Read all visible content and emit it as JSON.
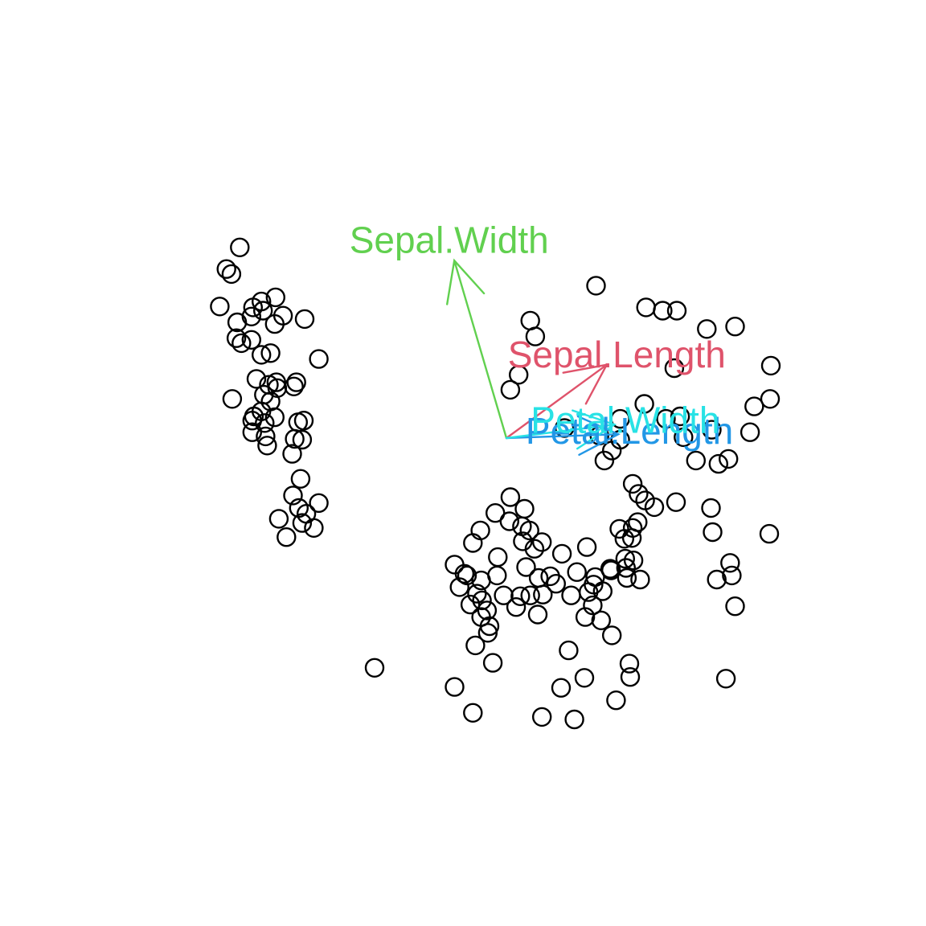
{
  "chart_data": {
    "type": "scatter",
    "title": "",
    "xlabel": "",
    "ylabel": "",
    "axes_visible": false,
    "grid": false,
    "legend": "none",
    "xlim": [
      -3.4,
      4.2
    ],
    "ylim": [
      -4.2,
      4.2
    ],
    "points": [
      [
        -2.61,
        2.58
      ],
      [
        -2.77,
        2.32
      ],
      [
        -2.71,
        2.26
      ],
      [
        -2.85,
        1.87
      ],
      [
        -2.45,
        1.86
      ],
      [
        -2.35,
        1.93
      ],
      [
        -2.33,
        1.82
      ],
      [
        -2.19,
        1.66
      ],
      [
        -2.64,
        1.68
      ],
      [
        -2.47,
        1.75
      ],
      [
        -2.18,
        1.98
      ],
      [
        -2.09,
        1.76
      ],
      [
        -1.83,
        1.72
      ],
      [
        -2.24,
        1.31
      ],
      [
        -2.65,
        1.49
      ],
      [
        -2.59,
        1.43
      ],
      [
        -2.47,
        1.47
      ],
      [
        -2.35,
        1.29
      ],
      [
        -1.66,
        1.24
      ],
      [
        -2.41,
        1.0
      ],
      [
        -2.32,
        0.81
      ],
      [
        -2.24,
        0.73
      ],
      [
        -2.26,
        0.93
      ],
      [
        -2.17,
        0.96
      ],
      [
        -2.16,
        0.89
      ],
      [
        -1.93,
        0.96
      ],
      [
        -1.96,
        0.91
      ],
      [
        -2.7,
        0.76
      ],
      [
        -2.35,
        0.61
      ],
      [
        -2.19,
        0.54
      ],
      [
        -2.44,
        0.55
      ],
      [
        -2.31,
        0.47
      ],
      [
        -2.3,
        0.31
      ],
      [
        -2.28,
        0.2
      ],
      [
        -2.46,
        0.36
      ],
      [
        -2.46,
        0.5
      ],
      [
        -1.91,
        0.48
      ],
      [
        -1.84,
        0.5
      ],
      [
        -1.86,
        0.27
      ],
      [
        -1.95,
        0.28
      ],
      [
        -1.98,
        0.1
      ],
      [
        -1.88,
        -0.2
      ],
      [
        -1.97,
        -0.4
      ],
      [
        -1.9,
        -0.55
      ],
      [
        -1.81,
        -0.62
      ],
      [
        -1.66,
        -0.49
      ],
      [
        -1.86,
        -0.73
      ],
      [
        -2.14,
        -0.68
      ],
      [
        -2.05,
        -0.9
      ],
      [
        -1.72,
        -0.79
      ],
      [
        -0.99,
        -2.47
      ],
      [
        0.88,
        1.7
      ],
      [
        0.94,
        1.51
      ],
      [
        0.74,
        1.05
      ],
      [
        0.64,
        0.87
      ],
      [
        1.67,
        2.12
      ],
      [
        2.27,
        1.86
      ],
      [
        2.47,
        1.82
      ],
      [
        2.64,
        1.82
      ],
      [
        3.0,
        1.6
      ],
      [
        2.61,
        1.13
      ],
      [
        2.51,
        0.52
      ],
      [
        2.25,
        0.7
      ],
      [
        1.96,
        0.52
      ],
      [
        1.29,
        0.41
      ],
      [
        1.71,
        0.32
      ],
      [
        1.96,
        0.27
      ],
      [
        1.77,
        0.02
      ],
      [
        1.86,
        0.14
      ],
      [
        0.46,
        -0.61
      ],
      [
        0.28,
        -0.82
      ],
      [
        0.49,
        -1.14
      ],
      [
        0.78,
        -0.77
      ],
      [
        0.64,
        -0.42
      ],
      [
        0.63,
        -0.71
      ],
      [
        0.81,
        -0.56
      ],
      [
        0.79,
        -0.95
      ],
      [
        0.93,
        -1.04
      ],
      [
        0.87,
        -0.82
      ],
      [
        1.02,
        -0.96
      ],
      [
        0.19,
        -0.97
      ],
      [
        0.12,
        -1.36
      ],
      [
        0.48,
        -1.36
      ],
      [
        0.24,
        -1.58
      ],
      [
        0.16,
        -1.71
      ],
      [
        0.29,
        -1.86
      ],
      [
        0.36,
        -1.78
      ],
      [
        0.3,
        -1.66
      ],
      [
        0.09,
        -1.34
      ],
      [
        -0.03,
        -1.23
      ],
      [
        0.03,
        -1.5
      ],
      [
        0.29,
        -1.42
      ],
      [
        0.56,
        -1.6
      ],
      [
        0.39,
        -1.97
      ],
      [
        0.37,
        -2.05
      ],
      [
        0.22,
        -2.2
      ],
      [
        0.43,
        -2.41
      ],
      [
        -0.03,
        -2.7
      ],
      [
        0.76,
        -1.61
      ],
      [
        0.71,
        -1.74
      ],
      [
        0.97,
        -1.83
      ],
      [
        0.83,
        -1.26
      ],
      [
        0.98,
        -1.39
      ],
      [
        0.88,
        -1.6
      ],
      [
        1.03,
        -1.59
      ],
      [
        1.12,
        -1.37
      ],
      [
        1.19,
        -1.46
      ],
      [
        1.26,
        -1.1
      ],
      [
        1.44,
        -1.32
      ],
      [
        1.56,
        -1.02
      ],
      [
        1.37,
        -1.6
      ],
      [
        1.34,
        -2.26
      ],
      [
        1.53,
        -2.59
      ],
      [
        1.25,
        -2.71
      ],
      [
        1.41,
        -3.09
      ],
      [
        1.02,
        -3.06
      ],
      [
        0.19,
        -3.01
      ],
      [
        1.85,
        -1.3
      ],
      [
        1.64,
        -1.47
      ],
      [
        1.54,
        -1.86
      ],
      [
        1.58,
        -1.56
      ],
      [
        1.75,
        -1.55
      ],
      [
        1.84,
        -1.28
      ],
      [
        1.66,
        -1.38
      ],
      [
        1.63,
        -1.72
      ],
      [
        1.73,
        -1.9
      ],
      [
        2.04,
        -1.39
      ],
      [
        2.12,
        -1.18
      ],
      [
        2.2,
        -1.41
      ],
      [
        2.03,
        -1.27
      ],
      [
        1.86,
        -2.08
      ],
      [
        2.07,
        -2.42
      ],
      [
        2.08,
        -2.58
      ],
      [
        1.91,
        -2.86
      ],
      [
        1.95,
        -0.8
      ],
      [
        2.01,
        -0.92
      ],
      [
        2.02,
        -1.16
      ],
      [
        2.1,
        -0.91
      ],
      [
        2.11,
        -0.79
      ],
      [
        2.17,
        -0.72
      ],
      [
        2.11,
        -0.26
      ],
      [
        2.18,
        -0.38
      ],
      [
        2.26,
        -0.46
      ],
      [
        2.37,
        -0.54
      ],
      [
        2.63,
        -0.48
      ],
      [
        2.87,
        0.02
      ],
      [
        2.72,
        0.3
      ],
      [
        3.06,
        0.39
      ],
      [
        2.68,
        0.55
      ],
      [
        3.05,
        -0.55
      ],
      [
        3.07,
        -0.84
      ],
      [
        3.12,
        -1.41
      ],
      [
        3.3,
        -1.36
      ],
      [
        3.28,
        -1.21
      ],
      [
        3.34,
        -1.73
      ],
      [
        3.23,
        -2.6
      ],
      [
        3.76,
        0.76
      ],
      [
        3.75,
        -0.86
      ],
      [
        3.14,
        -0.02
      ],
      [
        3.26,
        0.04
      ],
      [
        3.34,
        1.63
      ],
      [
        3.77,
        1.16
      ],
      [
        3.57,
        0.67
      ],
      [
        3.52,
        0.36
      ]
    ],
    "loadings": [
      {
        "name": "Sepal.Length",
        "color": "#DF536B",
        "x": 0.52,
        "y": -0.38
      },
      {
        "name": "Sepal.Width",
        "color": "#61D04F",
        "x": -0.27,
        "y": -0.92
      },
      {
        "name": "Petal.Length",
        "color": "#2297E6",
        "x": 0.58,
        "y": -0.02
      },
      {
        "name": "Petal.Width",
        "color": "#28E2E5",
        "x": 0.56,
        "y": -0.07
      }
    ]
  }
}
